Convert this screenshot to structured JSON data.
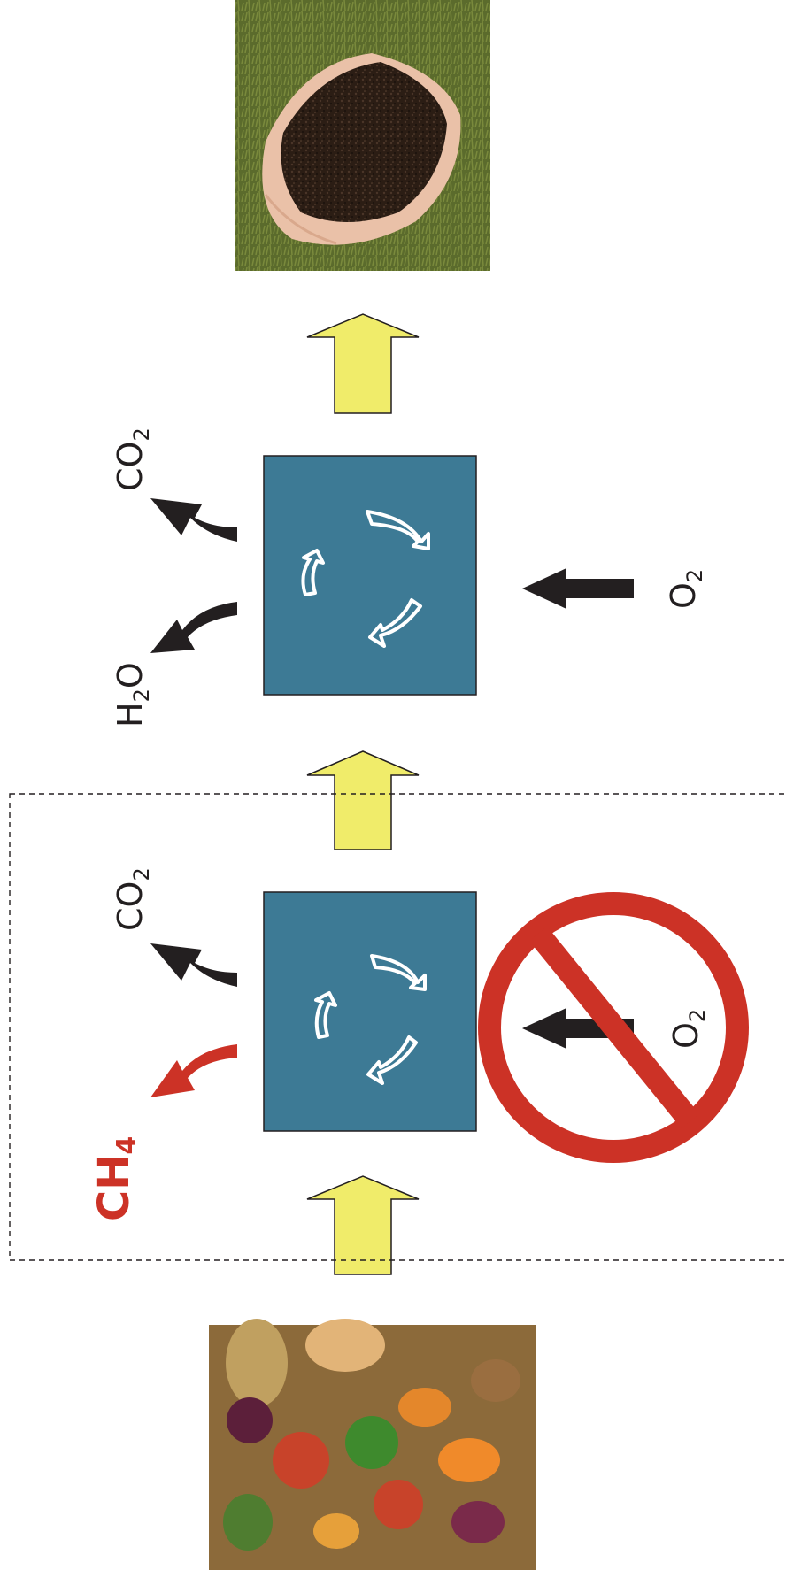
{
  "diagram": {
    "top_process": {
      "outputs": [
        {
          "main": "CO",
          "sub": "2"
        },
        {
          "main": "H",
          "sub": "2",
          "main2": "O"
        }
      ],
      "input": {
        "main": "O",
        "sub": "2"
      }
    },
    "bottom_process": {
      "outputs": [
        {
          "main": "CO",
          "sub": "2"
        },
        {
          "main": "CH",
          "sub": "4"
        }
      ],
      "input": {
        "main": "O",
        "sub": "2"
      }
    }
  },
  "colors": {
    "process_box": "#3d7a95",
    "flow_arrow": "#f0ec6a",
    "no_symbol": "#cc3226",
    "methane": "#cc3226",
    "gas_arrow": "#231f20"
  },
  "icons": {
    "compost": "soil-in-hands-image",
    "waste": "food-scraps-image",
    "cycle": "cycle-arrows-icon",
    "prohibition": "no-oxygen-icon"
  }
}
